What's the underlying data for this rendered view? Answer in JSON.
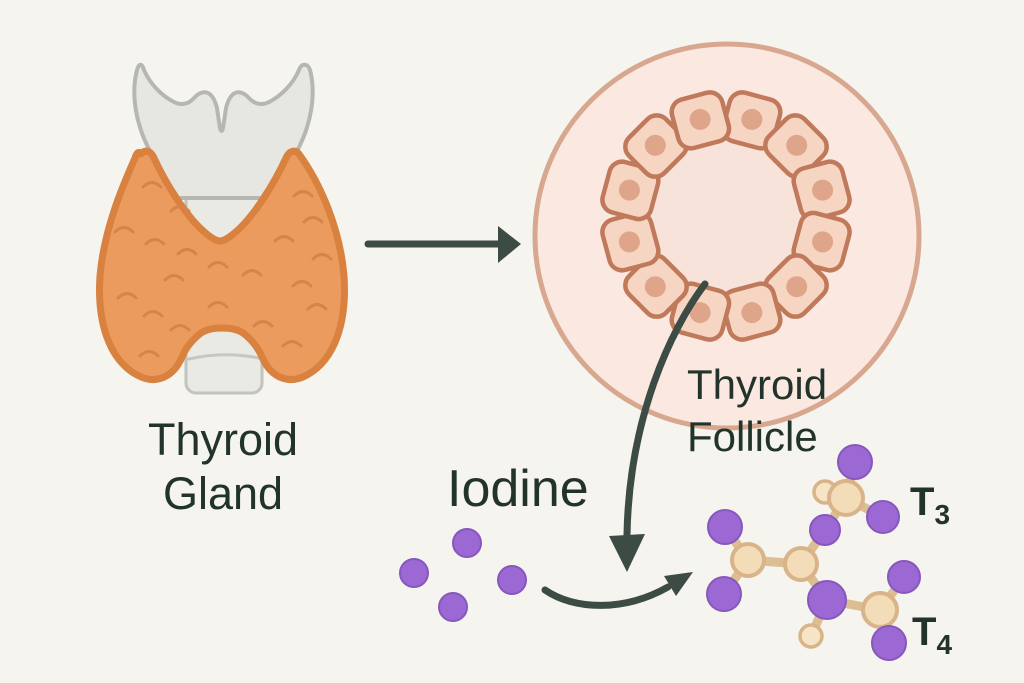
{
  "scene": {
    "background_color": "#F5F4EF",
    "text_color": "#22332C",
    "arrow_color": "#3C4B44"
  },
  "labels": {
    "thyroid_gland": {
      "line1": "Thyroid",
      "line2": "Gland"
    },
    "thyroid_follicle": {
      "line1": "Thyroid",
      "line2": "Follicle"
    },
    "iodine": "Iodine",
    "t3": {
      "base": "T",
      "subscript": "3"
    },
    "t4": {
      "base": "T",
      "subscript": "4"
    }
  },
  "diagram": {
    "gland_illustration": {
      "gland_fill": "#EC9B5E",
      "gland_outline": "#D9813F",
      "cartilage_fill": "#E7E7E2",
      "cartilage_outline": "#B7B7B1"
    },
    "follicle_illustration": {
      "cell_count": 12,
      "ring_fill": "#FBE9E1",
      "ring_outline": "#D8A78F",
      "cell_fill": "#F6D6C3",
      "cell_outline": "#C0795A",
      "nucleus_fill": "#DFA58A"
    },
    "iodine_dots": {
      "count": 4,
      "color": "#9C68D3"
    },
    "molecule": {
      "iodine_atom_count": 8,
      "backbone_atom_count": 6,
      "iodine_atom_color": "#9C68D3",
      "backbone_atom_color": "#F3DCB8",
      "bond_color": "#DCBE93"
    },
    "arrows": {
      "gland_to_follicle": "straight-right",
      "follicle_to_iodine_area": "curved-down",
      "iodine_to_molecule": "curved-right-up"
    }
  }
}
